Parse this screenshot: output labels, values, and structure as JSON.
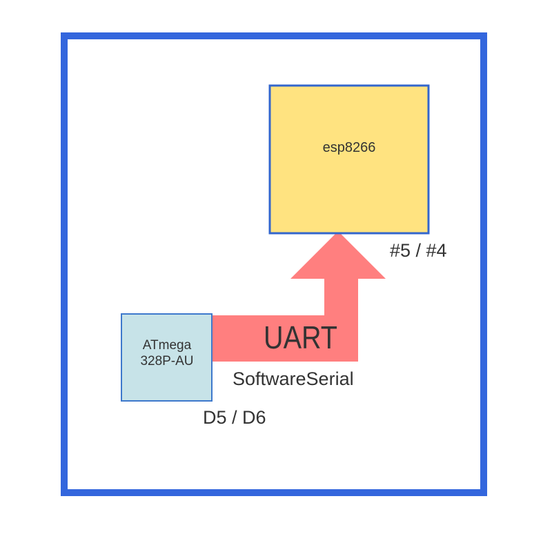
{
  "diagram": {
    "colors": {
      "board_border": "#3366dd",
      "esp_fill": "#ffe380",
      "esp_border": "#3366cc",
      "atmega_fill": "#c7e3e8",
      "atmega_border": "#3d78cc",
      "arrow_fill": "#ff7f7f",
      "text": "#333333"
    },
    "esp": {
      "label": "esp8266",
      "pins": "#5 / #4"
    },
    "atmega": {
      "label_line1": "ATmega",
      "label_line2": "328P-AU",
      "pins": "D5 / D6"
    },
    "link": {
      "protocol": "UART",
      "library": "SoftwareSerial"
    }
  }
}
